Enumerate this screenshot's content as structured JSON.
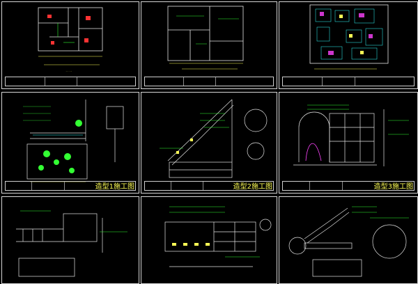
{
  "sheets": [
    {
      "id": "s1",
      "title": ""
    },
    {
      "id": "s2",
      "title": ""
    },
    {
      "id": "s3",
      "title": ""
    },
    {
      "id": "s4",
      "title": "造型1施工图"
    },
    {
      "id": "s5",
      "title": "造型2施工图"
    },
    {
      "id": "s6",
      "title": "造型3施工图"
    },
    {
      "id": "s7",
      "title": ""
    },
    {
      "id": "s8",
      "title": ""
    },
    {
      "id": "s9",
      "title": ""
    }
  ],
  "colors": {
    "line": "#e6e6e6",
    "green": "#33ff33",
    "yellow": "#ffff55",
    "cyan": "#33ffff",
    "magenta": "#ff44ff",
    "red": "#ff3333"
  }
}
